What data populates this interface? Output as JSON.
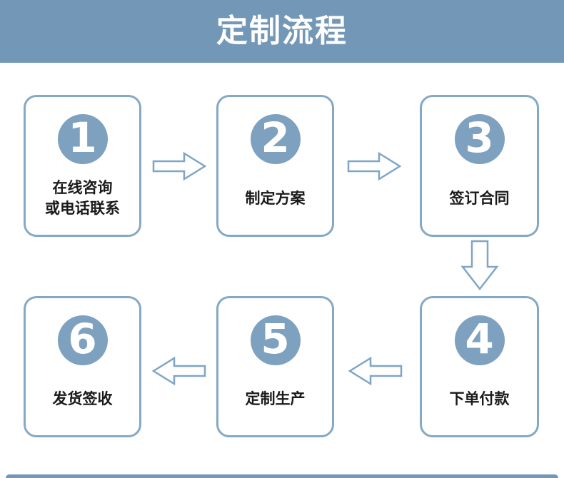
{
  "header": {
    "title": "定制流程"
  },
  "steps": [
    {
      "number": "1",
      "lines": [
        "在线咨询",
        "或电话联系"
      ]
    },
    {
      "number": "2",
      "lines": [
        "制定方案"
      ]
    },
    {
      "number": "3",
      "lines": [
        "签订合同"
      ]
    },
    {
      "number": "4",
      "lines": [
        "下单付款"
      ]
    },
    {
      "number": "5",
      "lines": [
        "定制生产"
      ]
    },
    {
      "number": "6",
      "lines": [
        "发货签收"
      ]
    }
  ],
  "flow": {
    "arrows": [
      {
        "from": "1",
        "to": "2",
        "direction": "right"
      },
      {
        "from": "2",
        "to": "3",
        "direction": "right"
      },
      {
        "from": "3",
        "to": "4",
        "direction": "down"
      },
      {
        "from": "4",
        "to": "5",
        "direction": "left"
      },
      {
        "from": "5",
        "to": "6",
        "direction": "left"
      }
    ]
  },
  "colors": {
    "header_bg": "#7397b6",
    "circle_bg": "#7da1bf",
    "box_border": "#85a9c5",
    "arrow_stroke": "#7fa6c6",
    "label_text": "#1a1a1a",
    "number_text": "#ffffff",
    "background": "#ffffff"
  }
}
